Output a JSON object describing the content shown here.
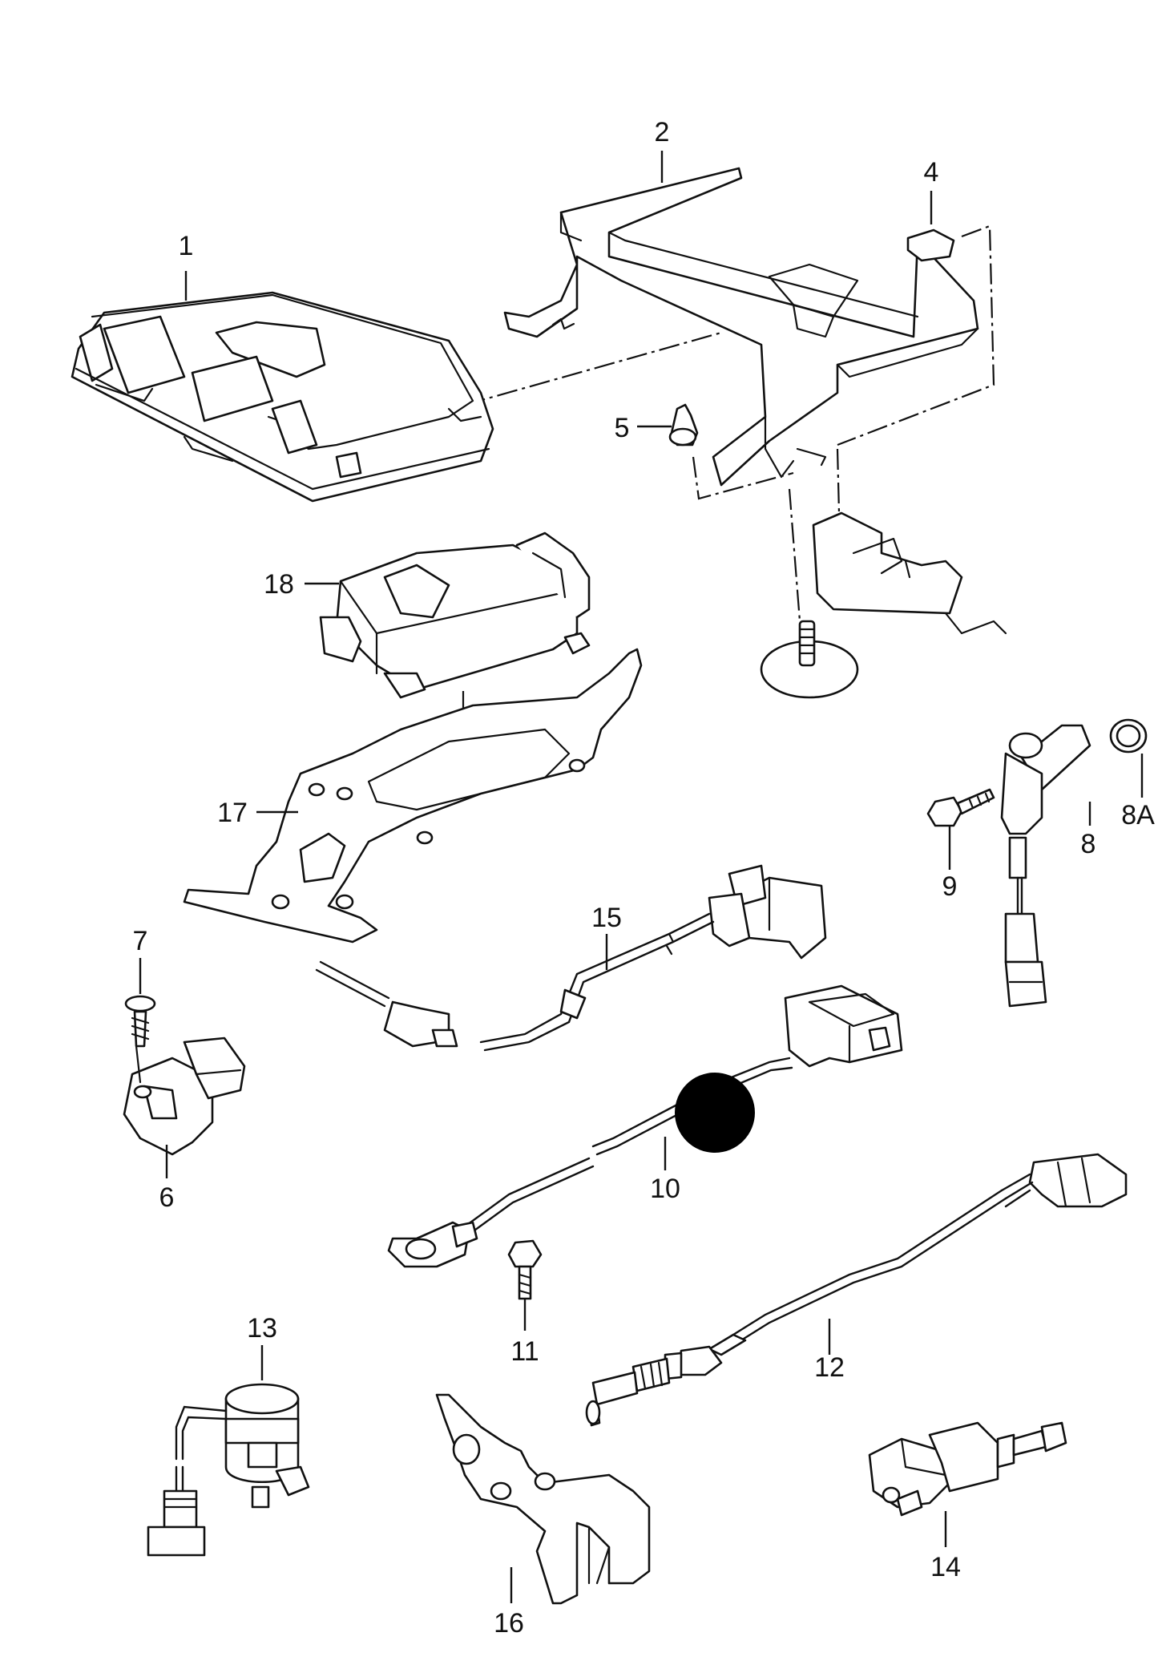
{
  "callouts": {
    "c1": "1",
    "c2": "2",
    "c4": "4",
    "c5": "5",
    "c6": "6",
    "c7": "7",
    "c8": "8",
    "c8a": "8A",
    "c9": "9",
    "c10": "10",
    "c11": "11",
    "c12": "12",
    "c13": "13",
    "c14": "14",
    "c15": "15",
    "c16": "16",
    "c17": "17",
    "c18": "18"
  },
  "colors": {
    "ink": "#111111",
    "background": "#ffffff",
    "marker": "#000000"
  }
}
